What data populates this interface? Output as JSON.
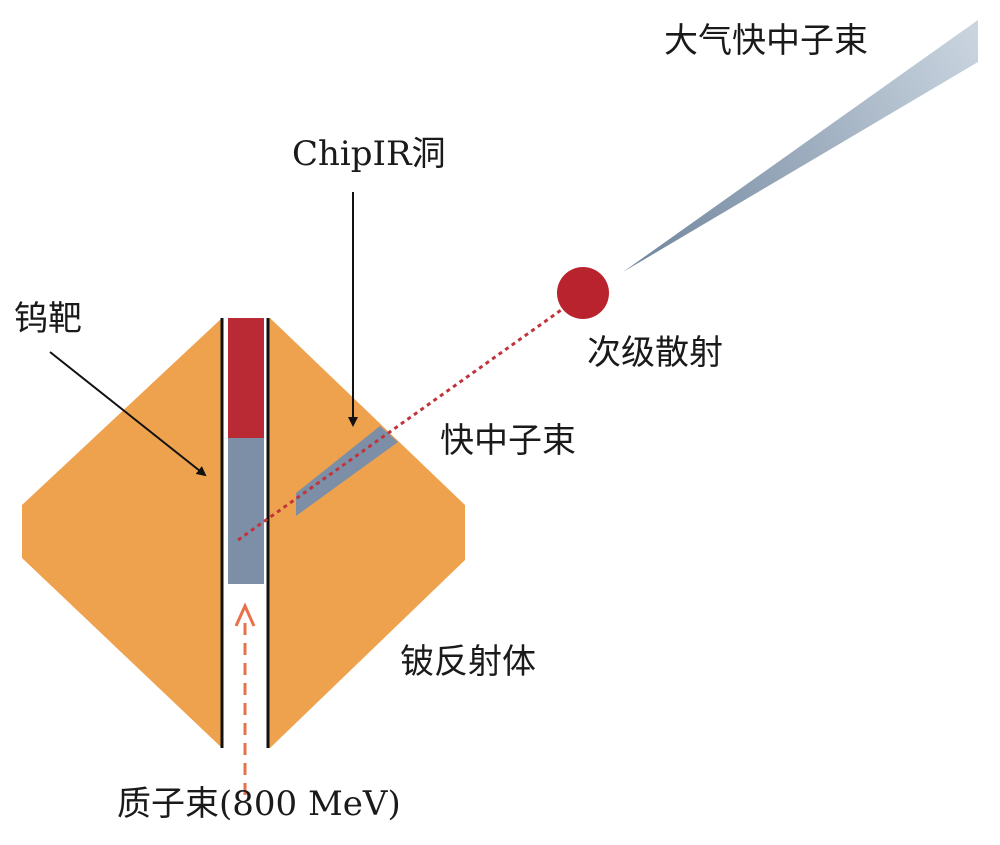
{
  "labels": {
    "atmospheric_beam": "大气快中子束",
    "chipir_cave": "ChipIR洞",
    "tungsten_target": "钨靶",
    "secondary_scatter": "次级散射",
    "fast_neutron_beam": "快中子束",
    "beryllium_reflector": "铍反射体",
    "proton_beam": "质子束(800 MeV)"
  },
  "colors": {
    "reflector": "#efa24e",
    "tungsten_red": "#ba2a34",
    "tungsten_blue": "#7c8fa6",
    "channel": "#ffffff",
    "beam_grad_start": "#6f849c",
    "beam_grad_end": "#c9d4df",
    "dotted_beam": "#c0343c",
    "proton_arrow": "#e8704a",
    "scatter_dot": "#b8232e",
    "leader": "#111111"
  }
}
